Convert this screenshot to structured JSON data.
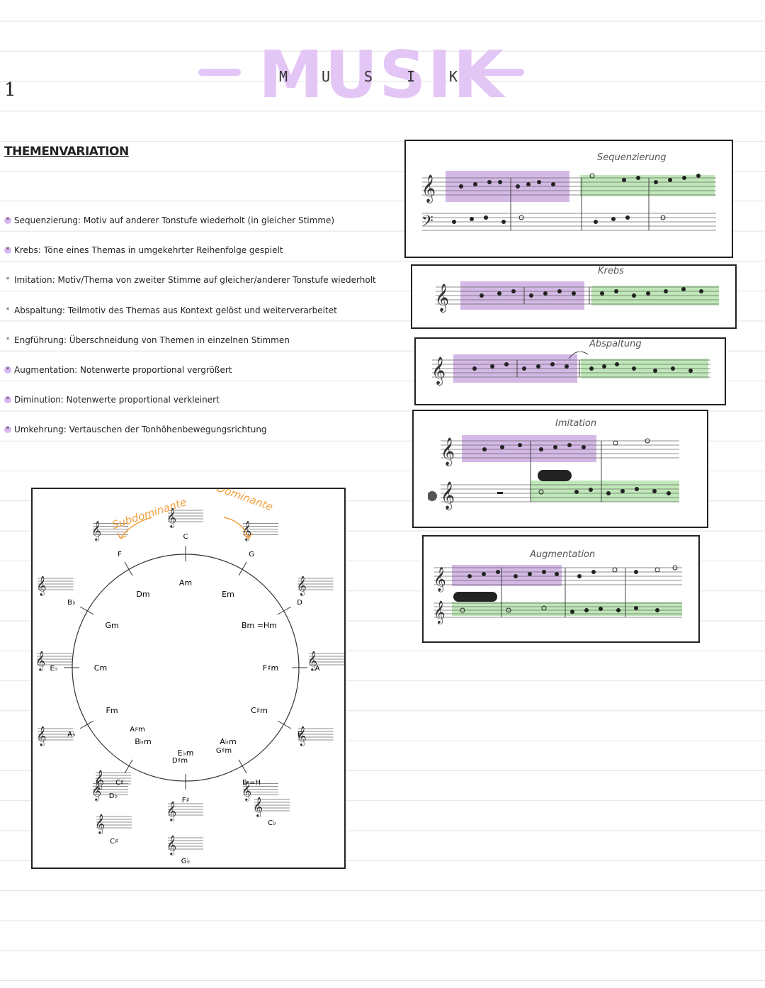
{
  "page_number": "1",
  "title": {
    "big": "MUSIK",
    "small_letters": [
      "M",
      "U",
      "S",
      "I",
      "K"
    ]
  },
  "section_title": "THEMENVARIATION",
  "definitions": [
    {
      "text": "Sequenzierung: Motiv auf anderer Tonstufe wiederholt (in gleicher Stimme)"
    },
    {
      "text": "Krebs: Töne eines Themas in umgekehrter Reihenfolge gespielt"
    },
    {
      "text": "Imitation: Motiv/Thema von zweiter Stimme auf gleicher/anderer Tonstufe wiederholt"
    },
    {
      "text": "Abspaltung: Teilmotiv des Themas aus Kontext gelöst und weiterverarbeitet"
    },
    {
      "text": "Engführung: Überschneidung von Themen in einzelnen Stimmen"
    },
    {
      "text": "Augmentation: Notenwerte proportional vergrößert"
    },
    {
      "text": "Diminution: Notenwerte proportional verkleinert"
    },
    {
      "text": "Umkehrung: Vertauschen der Tonhöhenbewegungsrichtung"
    }
  ],
  "examples": {
    "sequenzierung": "Sequenzierung",
    "krebs": "Krebs",
    "abspaltung": "Abspaltung",
    "imitation": "Imitation",
    "augmentation": "Augmentation"
  },
  "circle": {
    "subdominante": "Subdominante",
    "dominante": "Dominante",
    "majors": [
      "C",
      "G",
      "D",
      "A",
      "E",
      "B =H",
      "C♭",
      "F♯",
      "G♭",
      "C♯",
      "D♭",
      "A♭",
      "E♭",
      "B♭",
      "F"
    ],
    "minors": [
      "Am",
      "Em",
      "Bm =Hm",
      "F♯m",
      "C♯m",
      "A♭m",
      "G♯m",
      "E♭m",
      "D♯m",
      "B♭m",
      "A♯m",
      "Fm",
      "Cm",
      "Gm",
      "Dm"
    ]
  },
  "colors": {
    "lavender": "#d9b8f0",
    "green": "#b8e6b0",
    "orange": "#f0a040",
    "purple_band": "#c9a6e0"
  }
}
